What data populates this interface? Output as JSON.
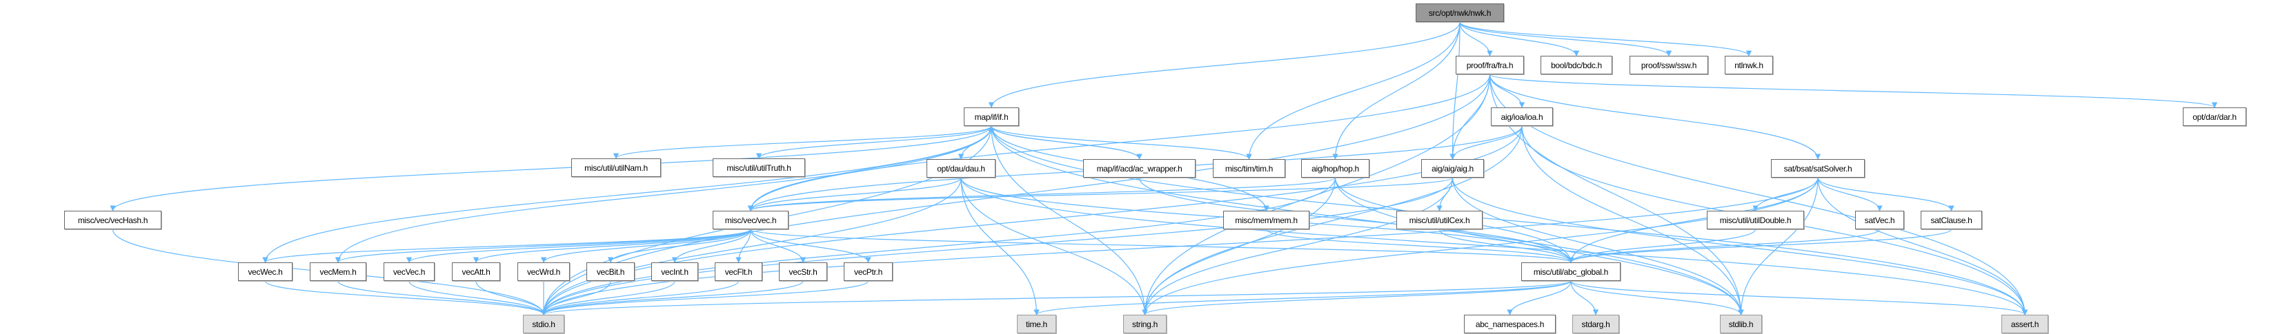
{
  "nodes": [
    {
      "id": "nwk",
      "label": "src/opt/nwk/nwk.h",
      "kind": "root"
    },
    {
      "id": "fra",
      "label": "proof/fra/fra.h",
      "kind": "file"
    },
    {
      "id": "bdc",
      "label": "bool/bdc/bdc.h",
      "kind": "file"
    },
    {
      "id": "ssw",
      "label": "proof/ssw/ssw.h",
      "kind": "file"
    },
    {
      "id": "ntlnwk",
      "label": "ntlnwk.h",
      "kind": "file"
    },
    {
      "id": "if",
      "label": "map/if/if.h",
      "kind": "file"
    },
    {
      "id": "ioa",
      "label": "aig/ioa/ioa.h",
      "kind": "file"
    },
    {
      "id": "dar",
      "label": "opt/dar/dar.h",
      "kind": "file"
    },
    {
      "id": "utilNam",
      "label": "misc/util/utilNam.h",
      "kind": "file"
    },
    {
      "id": "utilTruth",
      "label": "misc/util/utilTruth.h",
      "kind": "file"
    },
    {
      "id": "dau",
      "label": "opt/dau/dau.h",
      "kind": "file"
    },
    {
      "id": "acw",
      "label": "map/if/acd/ac_wrapper.h",
      "kind": "file"
    },
    {
      "id": "tim",
      "label": "misc/tim/tim.h",
      "kind": "file"
    },
    {
      "id": "hop",
      "label": "aig/hop/hop.h",
      "kind": "file"
    },
    {
      "id": "aig",
      "label": "aig/aig/aig.h",
      "kind": "file"
    },
    {
      "id": "satSolver",
      "label": "sat/bsat/satSolver.h",
      "kind": "file"
    },
    {
      "id": "vecHash",
      "label": "misc/vec/vecHash.h",
      "kind": "file"
    },
    {
      "id": "vec",
      "label": "misc/vec/vec.h",
      "kind": "file"
    },
    {
      "id": "mem",
      "label": "misc/mem/mem.h",
      "kind": "file"
    },
    {
      "id": "utilCex",
      "label": "misc/util/utilCex.h",
      "kind": "file"
    },
    {
      "id": "utilDouble",
      "label": "misc/util/utilDouble.h",
      "kind": "file"
    },
    {
      "id": "satVec",
      "label": "satVec.h",
      "kind": "file"
    },
    {
      "id": "satClause",
      "label": "satClause.h",
      "kind": "file"
    },
    {
      "id": "vecWec",
      "label": "vecWec.h",
      "kind": "file"
    },
    {
      "id": "vecMem",
      "label": "vecMem.h",
      "kind": "file"
    },
    {
      "id": "vecVec",
      "label": "vecVec.h",
      "kind": "file"
    },
    {
      "id": "vecAtt",
      "label": "vecAtt.h",
      "kind": "file"
    },
    {
      "id": "vecWrd",
      "label": "vecWrd.h",
      "kind": "file"
    },
    {
      "id": "vecBit",
      "label": "vecBit.h",
      "kind": "file"
    },
    {
      "id": "vecInt",
      "label": "vecInt.h",
      "kind": "file"
    },
    {
      "id": "vecFlt",
      "label": "vecFlt.h",
      "kind": "file"
    },
    {
      "id": "vecStr",
      "label": "vecStr.h",
      "kind": "file"
    },
    {
      "id": "vecPtr",
      "label": "vecPtr.h",
      "kind": "file"
    },
    {
      "id": "abcGlobal",
      "label": "misc/util/abc_global.h",
      "kind": "file"
    },
    {
      "id": "stdio",
      "label": "stdio.h",
      "kind": "sys"
    },
    {
      "id": "time",
      "label": "time.h",
      "kind": "sys"
    },
    {
      "id": "string",
      "label": "string.h",
      "kind": "sys"
    },
    {
      "id": "abcNs",
      "label": "abc_namespaces.h",
      "kind": "file"
    },
    {
      "id": "stdarg",
      "label": "stdarg.h",
      "kind": "sys"
    },
    {
      "id": "stdlib",
      "label": "stdlib.h",
      "kind": "sys"
    },
    {
      "id": "assert",
      "label": "assert.h",
      "kind": "sys"
    }
  ],
  "edges": [
    [
      "nwk",
      "if"
    ],
    [
      "nwk",
      "tim"
    ],
    [
      "nwk",
      "hop"
    ],
    [
      "nwk",
      "aig"
    ],
    [
      "nwk",
      "fra"
    ],
    [
      "nwk",
      "bdc"
    ],
    [
      "nwk",
      "ssw"
    ],
    [
      "nwk",
      "ntlnwk"
    ],
    [
      "fra",
      "stdio"
    ],
    [
      "fra",
      "vec"
    ],
    [
      "fra",
      "ioa"
    ],
    [
      "fra",
      "aig"
    ],
    [
      "fra",
      "string"
    ],
    [
      "fra",
      "satSolver"
    ],
    [
      "fra",
      "dar"
    ],
    [
      "fra",
      "stdlib"
    ],
    [
      "fra",
      "assert"
    ],
    [
      "if",
      "utilNam"
    ],
    [
      "if",
      "utilTruth"
    ],
    [
      "if",
      "vecHash"
    ],
    [
      "if",
      "vec"
    ],
    [
      "if",
      "vecWec"
    ],
    [
      "if",
      "vecMem"
    ],
    [
      "if",
      "stdio"
    ],
    [
      "if",
      "string"
    ],
    [
      "if",
      "dau"
    ],
    [
      "if",
      "acw"
    ],
    [
      "if",
      "tim"
    ],
    [
      "if",
      "mem"
    ],
    [
      "if",
      "stdlib"
    ],
    [
      "if",
      "assert"
    ],
    [
      "acw",
      "if"
    ],
    [
      "acw",
      "abcGlobal"
    ],
    [
      "ioa",
      "stdio"
    ],
    [
      "ioa",
      "vec"
    ],
    [
      "ioa",
      "aig"
    ],
    [
      "ioa",
      "string"
    ],
    [
      "ioa",
      "stdlib"
    ],
    [
      "ioa",
      "assert"
    ],
    [
      "dau",
      "stdio"
    ],
    [
      "dau",
      "vec"
    ],
    [
      "dau",
      "time"
    ],
    [
      "dau",
      "string"
    ],
    [
      "dau",
      "abcGlobal"
    ],
    [
      "dau",
      "assert"
    ],
    [
      "hop",
      "vec"
    ],
    [
      "hop",
      "string"
    ],
    [
      "hop",
      "stdio"
    ],
    [
      "hop",
      "stdlib"
    ],
    [
      "hop",
      "abcGlobal"
    ],
    [
      "aig",
      "vec"
    ],
    [
      "aig",
      "stdio"
    ],
    [
      "aig",
      "string"
    ],
    [
      "aig",
      "utilCex"
    ],
    [
      "aig",
      "stdlib"
    ],
    [
      "aig",
      "assert"
    ],
    [
      "satSolver",
      "stdio"
    ],
    [
      "satSolver",
      "string"
    ],
    [
      "satSolver",
      "utilDouble"
    ],
    [
      "satSolver",
      "satVec"
    ],
    [
      "satSolver",
      "satClause"
    ],
    [
      "satSolver",
      "stdlib"
    ],
    [
      "satSolver",
      "assert"
    ],
    [
      "satSolver",
      "abcGlobal"
    ],
    [
      "vec",
      "vecWec"
    ],
    [
      "vec",
      "vecMem"
    ],
    [
      "vec",
      "vecVec"
    ],
    [
      "vec",
      "vecAtt"
    ],
    [
      "vec",
      "vecWrd"
    ],
    [
      "vec",
      "vecBit"
    ],
    [
      "vec",
      "vecInt"
    ],
    [
      "vec",
      "vecFlt"
    ],
    [
      "vec",
      "vecStr"
    ],
    [
      "vec",
      "vecPtr"
    ],
    [
      "vec",
      "abcGlobal"
    ],
    [
      "vecHash",
      "stdio"
    ],
    [
      "vecWec",
      "stdio"
    ],
    [
      "vecMem",
      "stdio"
    ],
    [
      "vecVec",
      "stdio"
    ],
    [
      "vecAtt",
      "stdio"
    ],
    [
      "vecWrd",
      "stdio"
    ],
    [
      "vecBit",
      "stdio"
    ],
    [
      "vecInt",
      "stdio"
    ],
    [
      "vecFlt",
      "stdio"
    ],
    [
      "vecStr",
      "stdio"
    ],
    [
      "vecPtr",
      "stdio"
    ],
    [
      "mem",
      "abcGlobal"
    ],
    [
      "utilCex",
      "abcGlobal"
    ],
    [
      "utilDouble",
      "abcGlobal"
    ],
    [
      "satVec",
      "abcGlobal"
    ],
    [
      "satClause",
      "abcGlobal"
    ],
    [
      "abcGlobal",
      "stdio"
    ],
    [
      "abcGlobal",
      "time"
    ],
    [
      "abcGlobal",
      "string"
    ],
    [
      "abcGlobal",
      "abcNs"
    ],
    [
      "abcGlobal",
      "stdarg"
    ],
    [
      "abcGlobal",
      "stdlib"
    ],
    [
      "abcGlobal",
      "assert"
    ]
  ],
  "colors": {
    "edge": "#63b8ff",
    "root_fill": "#999999",
    "sys_fill": "#e0e0e0",
    "border": "#666666"
  }
}
